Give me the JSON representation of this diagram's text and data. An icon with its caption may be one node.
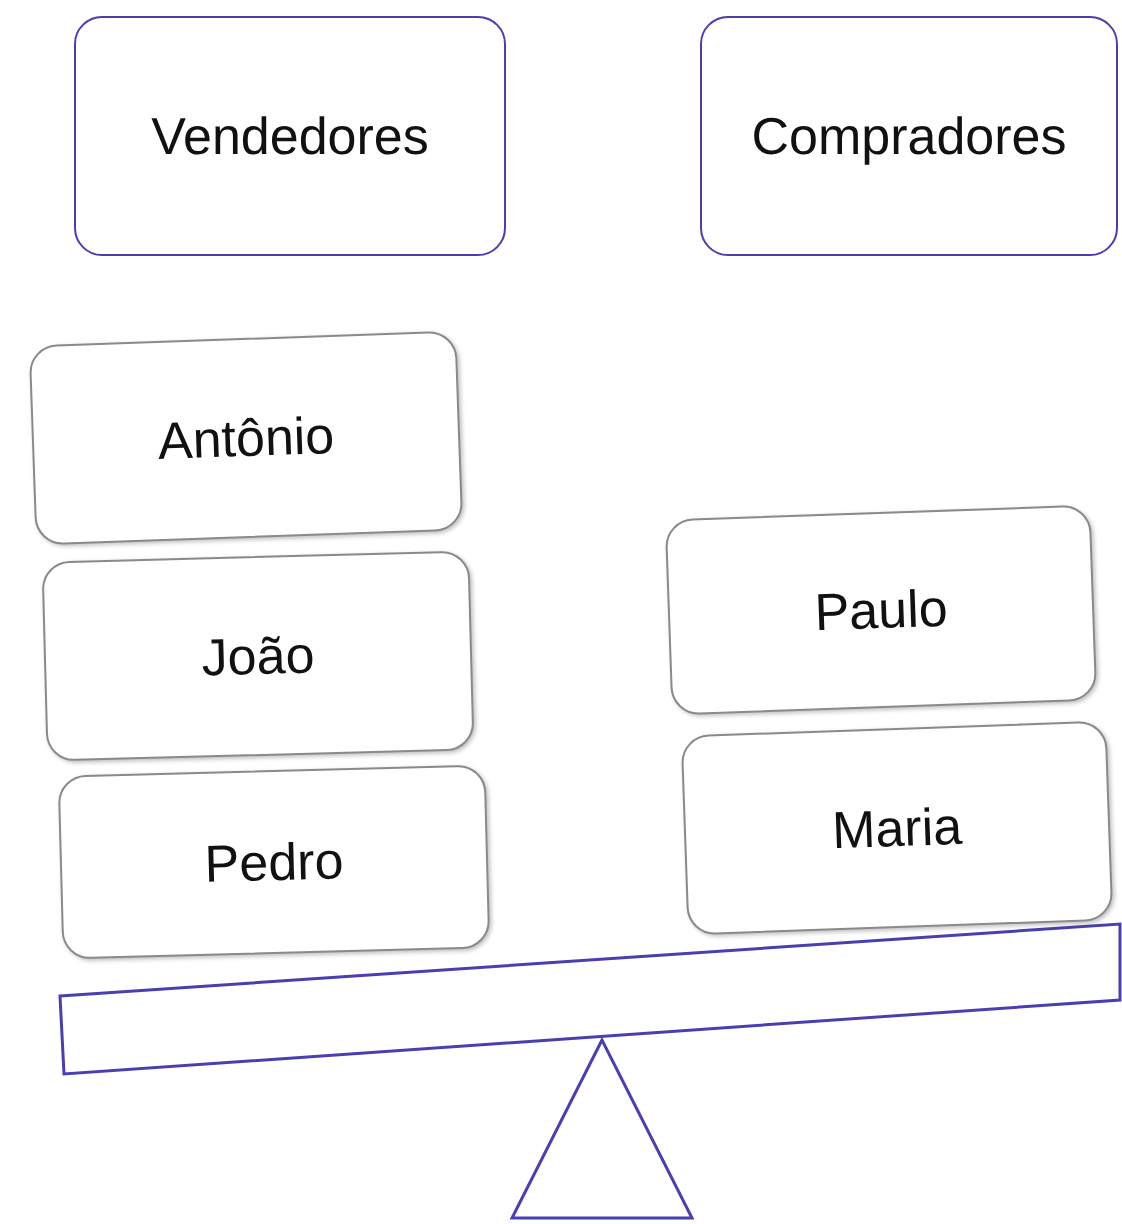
{
  "diagram": {
    "nodes": [
      {
        "text": [
          "Vendedores"
        ]
      },
      {
        "text": [
          "Compradores"
        ]
      },
      {
        "text": [
          "Antônio"
        ]
      },
      {
        "text": [
          "João"
        ]
      },
      {
        "text": [
          "Pedro"
        ]
      },
      {
        "text": [
          "Paulo"
        ]
      },
      {
        "text": [
          "Maria"
        ]
      }
    ]
  }
}
